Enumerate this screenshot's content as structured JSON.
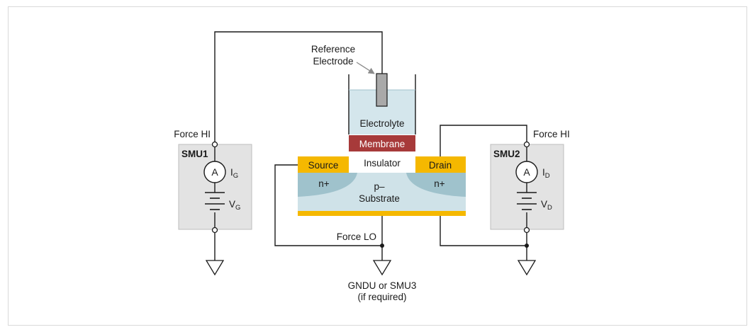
{
  "labels": {
    "reference_electrode_line1": "Reference",
    "reference_electrode_line2": "Electrode",
    "electrolyte": "Electrolyte",
    "membrane": "Membrane",
    "insulator": "Insulator",
    "source": "Source",
    "drain": "Drain",
    "n_plus_left": "n+",
    "n_plus_right": "n+",
    "p_minus": "p–",
    "substrate": "Substrate",
    "force_hi_left": "Force HI",
    "force_hi_right": "Force HI",
    "force_lo": "Force LO",
    "smu1": "SMU1",
    "smu2": "SMU2",
    "ammeter_symbol_1": "A",
    "ammeter_symbol_2": "A",
    "current_gate": "I",
    "current_gate_sub": "G",
    "voltage_gate": "V",
    "voltage_gate_sub": "G",
    "current_drain": "I",
    "current_drain_sub": "D",
    "voltage_drain": "V",
    "voltage_drain_sub": "D",
    "gndu_line1": "GNDU or SMU3",
    "gndu_line2": "(if required)"
  },
  "colors": {
    "membrane": "#a73a3a",
    "electrolyte": "#d4e6ec",
    "contact_gold": "#f5b800",
    "substrate": "#cfe2e8",
    "n_region": "#9fc2cc",
    "smu_box": "#e3e3e3",
    "electrode": "#a9a9a9"
  }
}
